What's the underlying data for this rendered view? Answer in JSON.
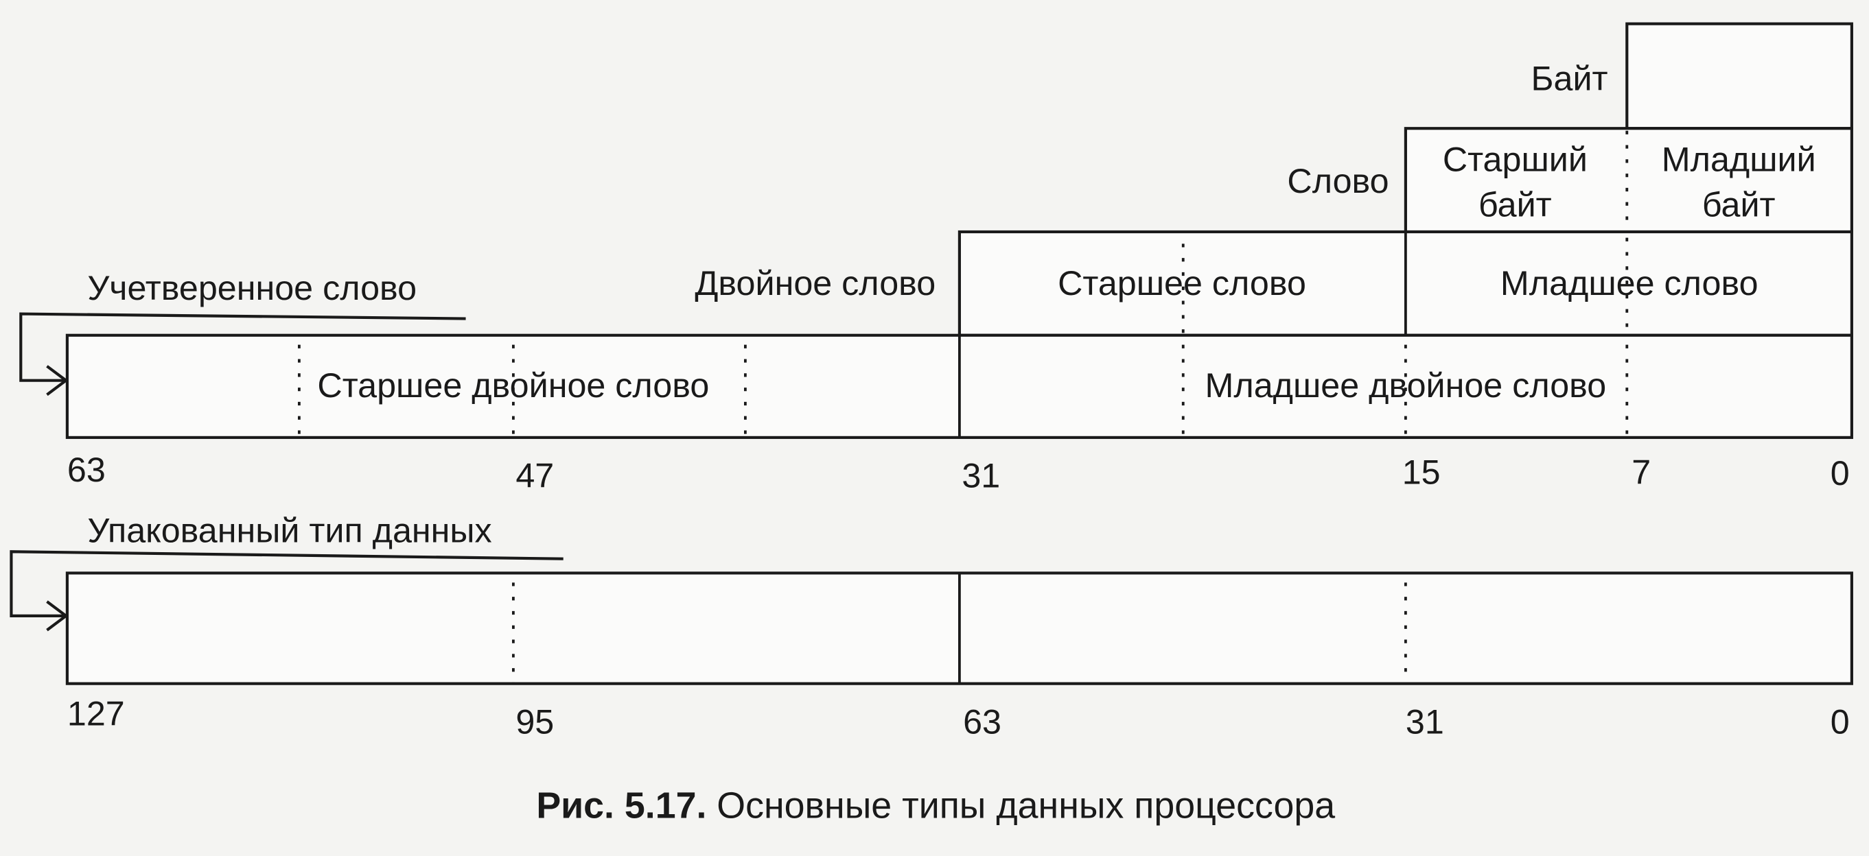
{
  "labels": {
    "byte": "Байт",
    "word": "Слово",
    "high_byte_1": "Старший",
    "high_byte_2": "байт",
    "low_byte_1": "Младший",
    "low_byte_2": "байт",
    "dword": "Двойное слово",
    "high_word": "Старшее слово",
    "low_word": "Младшее слово",
    "qword": "Учетверенное слово",
    "high_dword": "Старшее двойное слово",
    "low_dword": "Младшее двойное слово",
    "packed": "Упакованный тип данных"
  },
  "qword_bits": [
    "63",
    "47",
    "31",
    "15",
    "7",
    "0"
  ],
  "packed_bits": [
    "127",
    "95",
    "63",
    "31",
    "0"
  ],
  "caption": {
    "number": "Рис. 5.17.",
    "text": " Основные типы данных процессора"
  }
}
